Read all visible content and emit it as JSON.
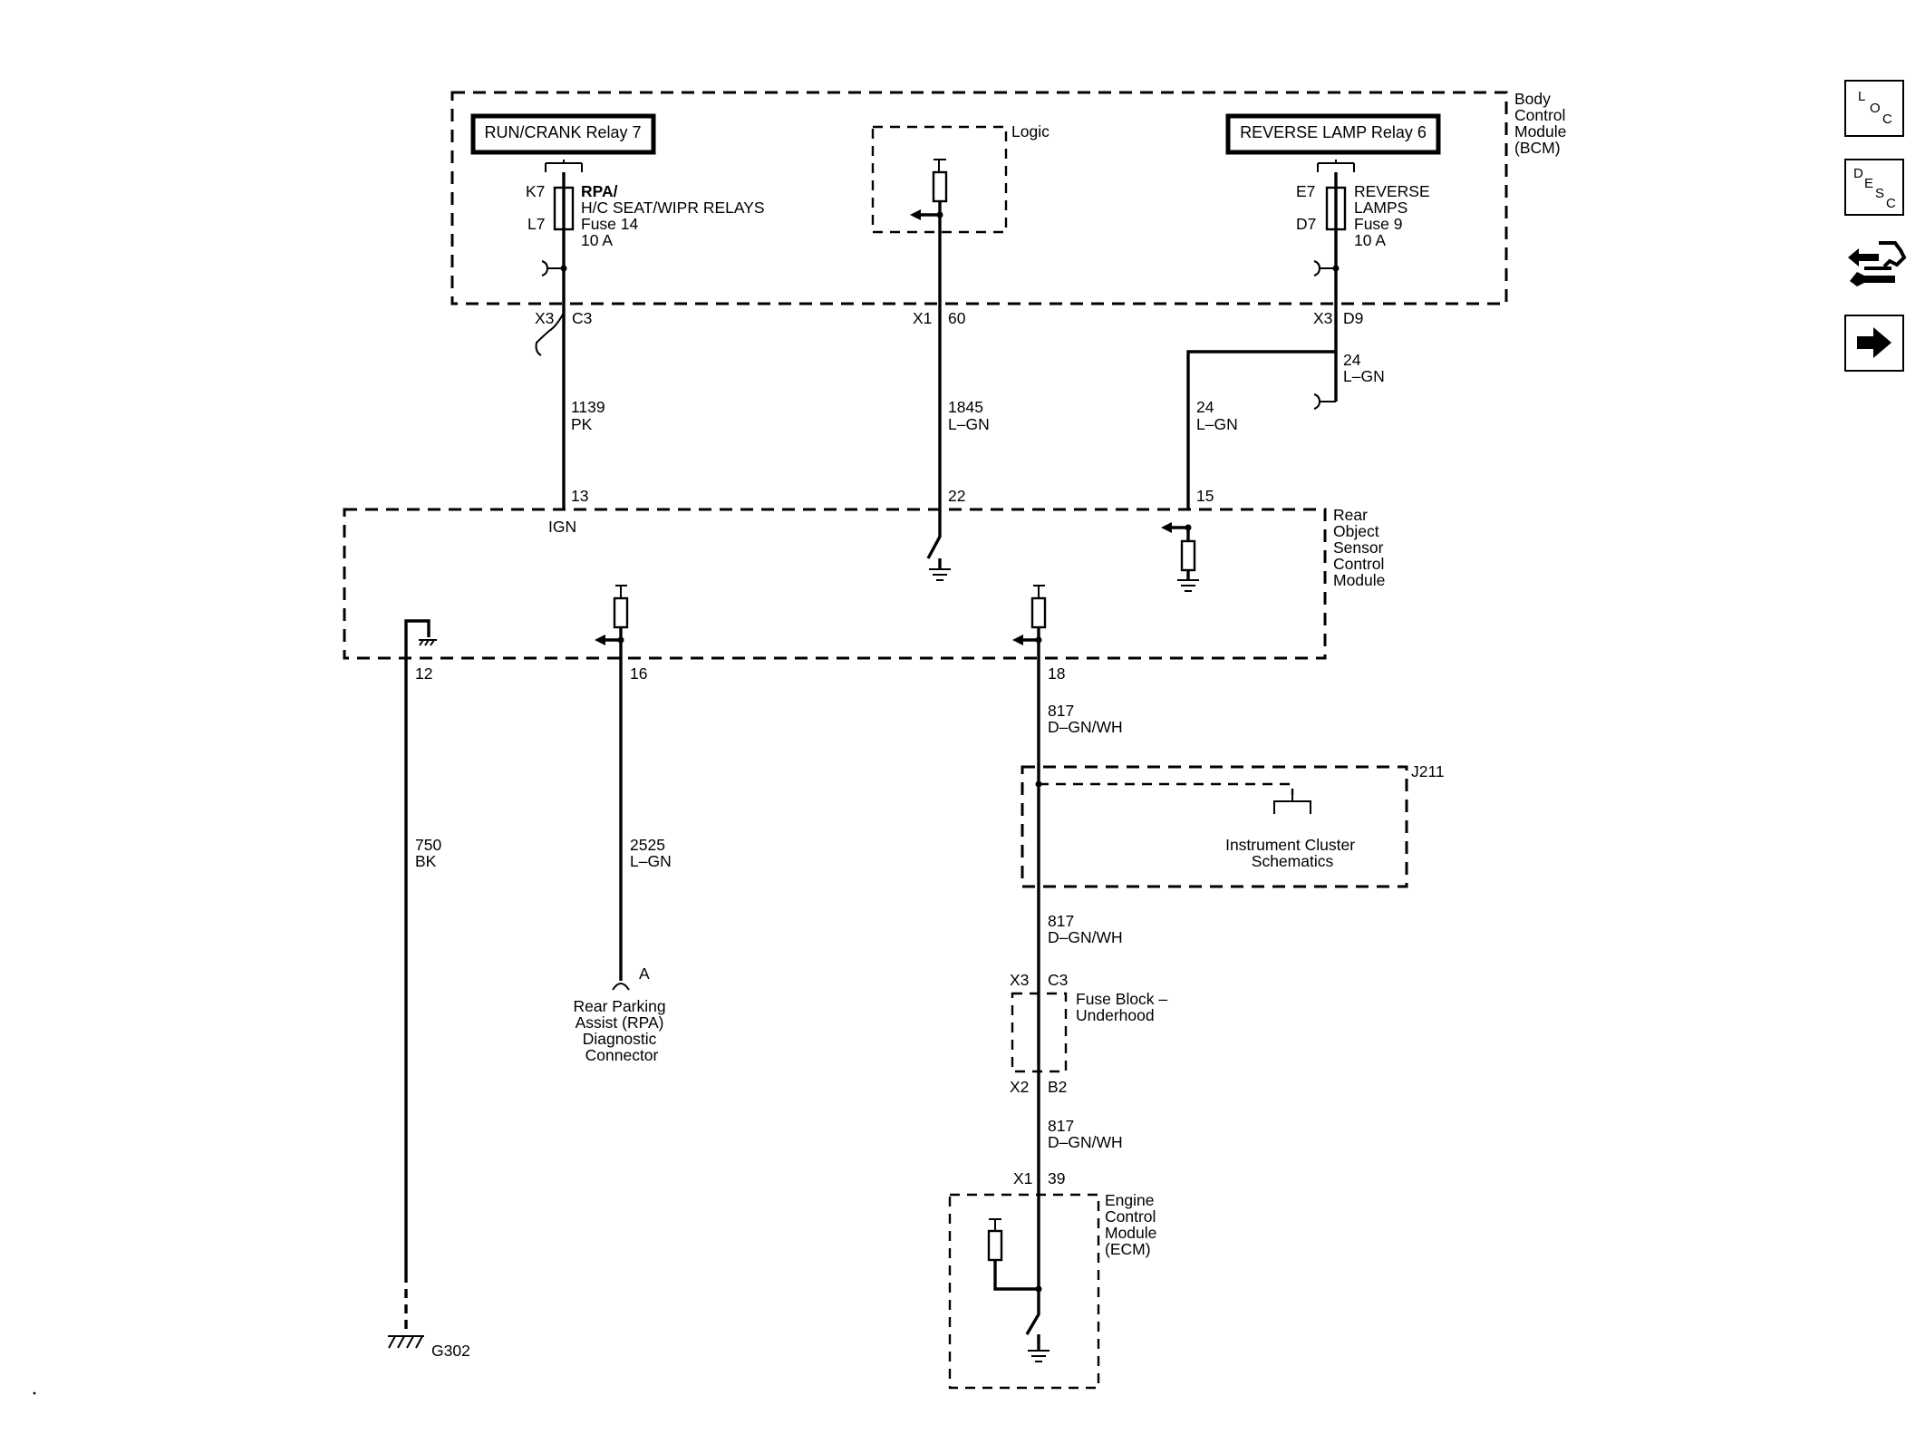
{
  "modules": {
    "bcm": [
      "Body",
      "Control",
      "Module",
      "(BCM)"
    ],
    "logic": "Logic",
    "rear_object_sensor": [
      "Rear",
      "Object",
      "Sensor",
      "Control",
      "Module"
    ],
    "instrument_cluster": [
      "Instrument Cluster",
      "Schematics"
    ],
    "instrument_cluster_ref": "J211",
    "fuse_block": [
      "Fuse Block –",
      "Underhood"
    ],
    "ecm": [
      "Engine",
      "Control",
      "Module",
      "(ECM)"
    ],
    "rpa_connector": [
      "Rear Parking",
      "Assist (RPA)",
      "Diagnostic",
      "Connector"
    ],
    "ground": "G302"
  },
  "relays": {
    "run_crank": "RUN/CRANK Relay 7",
    "reverse_lamp": "REVERSE LAMP Relay 6"
  },
  "fuses": {
    "fuse14": {
      "pin_in": "K7",
      "pin_out": "L7",
      "lines": [
        "RPA/",
        "H/C SEAT/WIPR RELAYS",
        "Fuse 14",
        "10 A"
      ]
    },
    "fuse9": {
      "pin_in": "E7",
      "pin_out": "D7",
      "lines": [
        "REVERSE",
        "LAMPS",
        "Fuse 9",
        "10 A"
      ]
    }
  },
  "connectors": {
    "bcm_x3_c3": [
      "X3",
      "C3"
    ],
    "bcm_x1_60": [
      "X1",
      "60"
    ],
    "bcm_x3_d9": [
      "X3",
      "D9"
    ],
    "rosm_13": "13",
    "rosm_ign": "IGN",
    "rosm_22": "22",
    "rosm_15": "15",
    "rosm_12": "12",
    "rosm_16": "16",
    "rosm_18": "18",
    "rpa_a": "A",
    "fb_x3_c3": [
      "X3",
      "C3"
    ],
    "fb_x2_b2": [
      "X2",
      "B2"
    ],
    "ecm_x1_39": [
      "X1",
      "39"
    ]
  },
  "wires": {
    "w1139": [
      "1139",
      "PK"
    ],
    "w1845": [
      "1845",
      "L–GN"
    ],
    "w24_upper": [
      "24",
      "L–GN"
    ],
    "w24_lower": [
      "24",
      "L–GN"
    ],
    "w750": [
      "750",
      "BK"
    ],
    "w2525": [
      "2525",
      "L–GN"
    ],
    "w817_a": [
      "817",
      "D–GN/WH"
    ],
    "w817_b": [
      "817",
      "D–GN/WH"
    ],
    "w817_c": [
      "817",
      "D–GN/WH"
    ]
  },
  "nav": {
    "loc": [
      "L",
      "O",
      "C"
    ],
    "desc": [
      "D",
      "E",
      "S",
      "C"
    ],
    "icons": [
      "connector-view-icon",
      "next-arrow-icon"
    ]
  }
}
